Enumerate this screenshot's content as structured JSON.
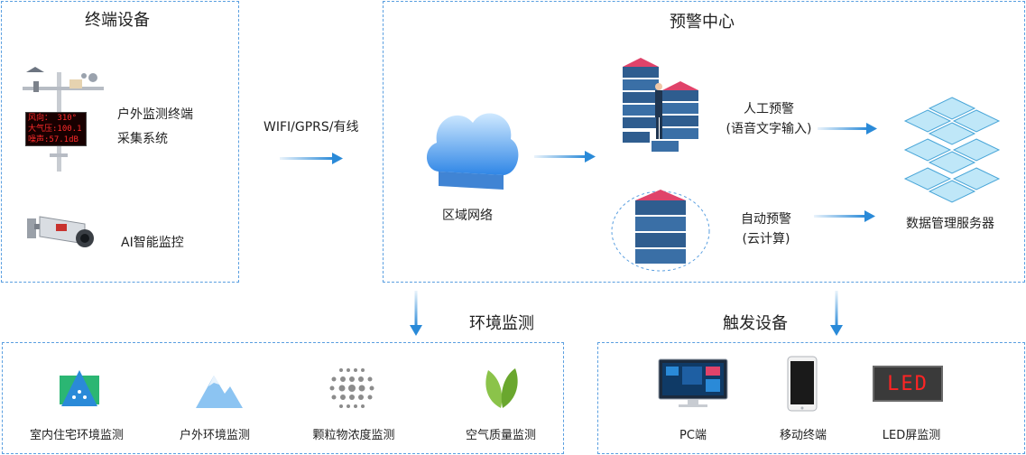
{
  "terminal": {
    "title": "终端设备",
    "outdoor_line1": "户外监测终端",
    "outdoor_line2": "采集系统",
    "ai": "AI智能监控",
    "display": {
      "line1": "风向：  310°",
      "line2": "大气压:100.1",
      "line3": "噪声:57.1dB"
    }
  },
  "connection": {
    "label": "WIFI/GPRS/有线"
  },
  "warning_center": {
    "title": "预警中心",
    "cloud_label": "区域网络",
    "manual_line1": "人工预警",
    "manual_line2": "(语音文字输入)",
    "auto_line1": "自动预警",
    "auto_line2": "(云计算)",
    "server_label": "数据管理服务器"
  },
  "env_monitor": {
    "title": "环境监测",
    "items": [
      "室内住宅环境监测",
      "户外环境监测",
      "颗粒物浓度监测",
      "空气质量监测"
    ]
  },
  "trigger": {
    "title": "触发设备",
    "items": [
      "PC端",
      "移动终端",
      "LED屏监测"
    ],
    "led_text": "LED"
  },
  "colors": {
    "accent": "#2a8ad8",
    "dashed_border": "#5a9fe0",
    "server_top": "#d23c5c",
    "server_body": "#2f5d8f"
  }
}
